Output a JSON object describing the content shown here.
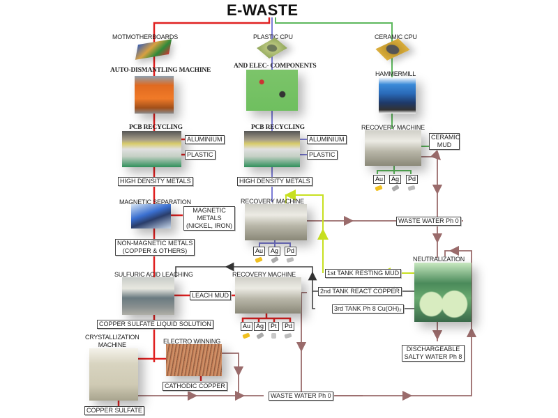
{
  "title": "E-WASTE",
  "colors": {
    "motherboard_line": "#e02020",
    "plastic_cpu_line": "#7b7bd6",
    "ceramic_cpu_line": "#5cb85c",
    "waste_water_line": "#9a6b6b",
    "resting_mud_line": "#c8e020",
    "tank_line": "#444444"
  },
  "sources": {
    "motherboards": "MOTMOTHERBOARDS",
    "plastic_cpu": "PLASTIC CPU",
    "ceramic_cpu": "CERAMIC CPU"
  },
  "left_branch": {
    "auto_dismantling": "AUTO-DISMANTLING MACHINE",
    "pcb_recycling": "PCB RECYCLING",
    "aluminium": "ALUMINIUM",
    "plastic": "PLASTIC",
    "high_density_metals": "HIGH DENSITY METALS",
    "magnetic_separation": "MAGNETIC SEPARATION",
    "magnetic_metals_1": "MAGNETIC",
    "magnetic_metals_2": "METALS",
    "magnetic_metals_3": "(NICKEL, IRON)",
    "non_magnetic_1": "NON-MAGNETIC METALS",
    "non_magnetic_2": "(COPPER & OTHERS)",
    "sulfuric_acid_leaching": "SULFURIC ACID LEACHING",
    "leach_mud": "LEACH MUD",
    "copper_sulfate_solution": "COPPER SULFATE LIQUID SOLUTION",
    "crystallization_1": "CRYSTALLIZATION",
    "crystallization_2": "MACHINE",
    "electro_winning": "ELECTRO WINNING",
    "cathodic_copper": "CATHODIC COPPER",
    "copper_sulfate": "COPPER SULFATE"
  },
  "middle_branch": {
    "elec_components": "AND ELEC- COMPONENTS",
    "pcb_recycling": "PCB RECYCLING",
    "aluminium": "ALUMINIUM",
    "plastic": "PLASTIC",
    "high_density_metals": "HIGH DENSITY METALS",
    "recovery_machine": "RECOVERY MACHINE",
    "metals": [
      "Au",
      "Ag",
      "Pd"
    ]
  },
  "right_branch": {
    "hammermill": "HAMMERMILL",
    "recovery_machine": "RECOVERY MACHINE",
    "ceramic_mud_1": "CERAMIC",
    "ceramic_mud_2": "MUD",
    "metals": [
      "Au",
      "Ag",
      "Pd"
    ]
  },
  "lower_recovery": {
    "recovery_machine": "RECOVERY MACHINE",
    "metals": [
      "Au",
      "Ag",
      "Pt",
      "Pd"
    ]
  },
  "neutralization": {
    "label": "NEUTRALIZATION",
    "tank1": "1st TANK RESTING MUD",
    "tank2": "2nd TANK REACT COPPER",
    "tank3": "3rd TANK Ph 8 Cu(OH)₂",
    "discharge_1": "DISCHARGEABLE",
    "discharge_2": "SALTY WATER Ph 8"
  },
  "waste_water_upper": "WASTE WATER Ph 0",
  "waste_water_lower": "WASTE WATER Ph 0"
}
